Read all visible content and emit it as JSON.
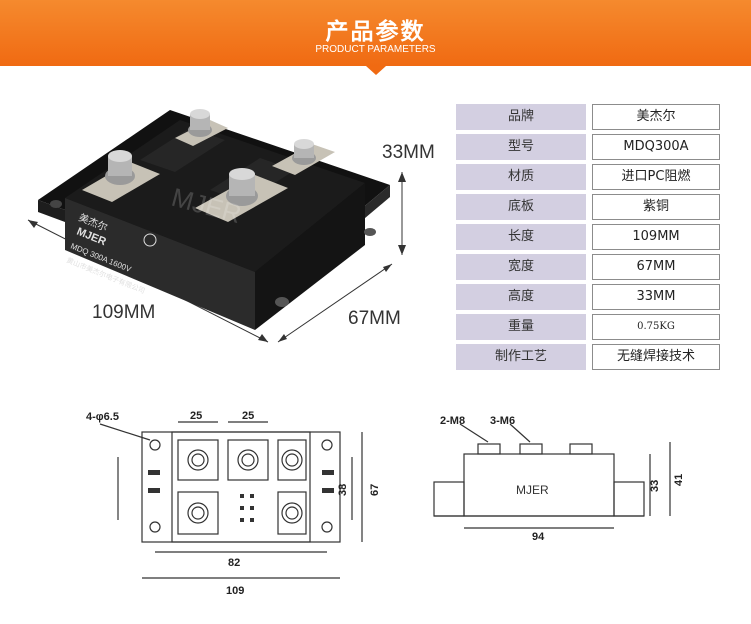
{
  "header": {
    "title": "产品参数",
    "subtitle": "PRODUCT PARAMETERS",
    "color": "#f06a12"
  },
  "photo": {
    "brand_text": "美杰尔",
    "logo_text": "MJER",
    "model_text": "MDQ 300A 1600V",
    "maker_text": "黄山市美杰尔电子有限公司",
    "watermark": "MJER",
    "dim_height": "33MM",
    "dim_length": "109MM",
    "dim_width": "67MM"
  },
  "specs": [
    {
      "key": "品牌",
      "value": "美杰尔"
    },
    {
      "key": "型号",
      "value": "MDQ300A"
    },
    {
      "key": "材质",
      "value": "进口PC阻燃"
    },
    {
      "key": "底板",
      "value": "紫铜"
    },
    {
      "key": "长度",
      "value": "109MM"
    },
    {
      "key": "宽度",
      "value": "67MM"
    },
    {
      "key": "高度",
      "value": "33MM"
    },
    {
      "key": "重量",
      "value": "0.75KG"
    },
    {
      "key": "制作工艺",
      "value": "无缝焊接技术"
    }
  ],
  "top_view": {
    "hole_label": "4-φ6.5",
    "pitch_1": "25",
    "pitch_2": "25",
    "inner_height": "38",
    "outer_height": "67",
    "hole_span": "82",
    "total_length": "109"
  },
  "side_view": {
    "label_m8": "2-M8",
    "label_m6": "3-M6",
    "logo_text": "MJER",
    "body_height": "33",
    "total_height": "41",
    "body_length": "94"
  }
}
